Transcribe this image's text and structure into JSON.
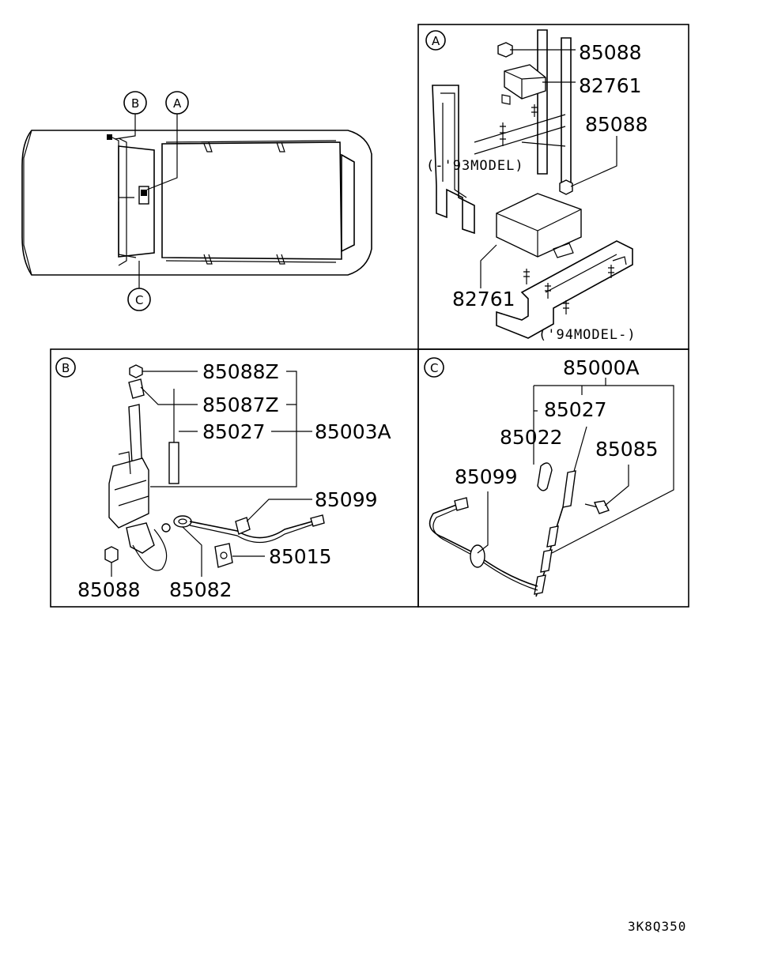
{
  "panels": {
    "A": {
      "letter": "A",
      "labels": {
        "p85088_top": "85088",
        "p82761_top": "82761",
        "p85088_mid": "85088",
        "p82761_bottom": "82761"
      },
      "notes": {
        "model_93": "(-'93MODEL)",
        "model_94": "('94MODEL-)"
      }
    },
    "B": {
      "letter": "B",
      "labels": {
        "p85088Z": "85088Z",
        "p85087Z": "85087Z",
        "p85027": "85027",
        "p85003A": "85003A",
        "p85099": "85099",
        "p85015": "85015",
        "p85088": "85088",
        "p85082": "85082"
      }
    },
    "C": {
      "letter": "C",
      "labels": {
        "p85000A": "85000A",
        "p85027": "85027",
        "p85022": "85022",
        "p85085": "85085",
        "p85099": "85099"
      }
    }
  },
  "vehicle": {
    "callout_A": "A",
    "callout_B": "B",
    "callout_C": "C"
  },
  "diagram_code": "3K8Q350"
}
